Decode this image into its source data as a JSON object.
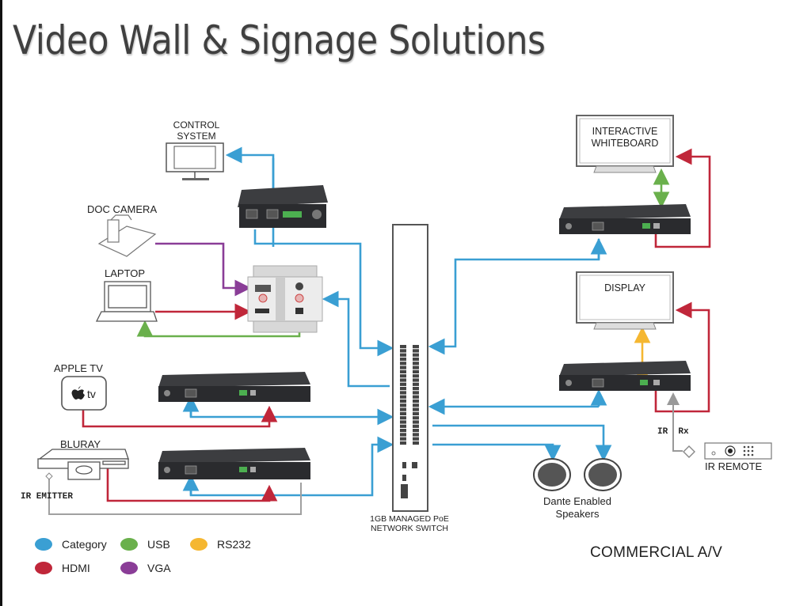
{
  "title": "Video Wall & Signage Solutions",
  "footer_tag": "COMMERCIAL A/V",
  "colors": {
    "category": "#3a9fd3",
    "usb": "#6ab04c",
    "rs232": "#f5b731",
    "hdmi": "#c0273a",
    "vga": "#8a3d97",
    "ir": "#999999",
    "device_dark": "#2a2b2e"
  },
  "devices": {
    "control_system": "CONTROL\nSYSTEM",
    "control_system_line1": "CONTROL",
    "control_system_line2": "SYSTEM",
    "doc_camera": "DOC CAMERA",
    "laptop": "LAPTOP",
    "apple_tv": "APPLE TV",
    "apple_tv_badge": "tv",
    "bluray": "BLURAY",
    "ir_emitter": "IR EMITTER",
    "switch_line1": "1GB MANAGED PoE",
    "switch_line2": "NETWORK SWITCH",
    "whiteboard_line1": "INTERACTIVE",
    "whiteboard_line2": "WHITEBOARD",
    "display": "DISPLAY",
    "ir_rx": "IR  Rx",
    "ir_remote": "IR REMOTE",
    "speakers_line1": "Dante Enabled",
    "speakers_line2": "Speakers"
  },
  "legend": [
    {
      "label": "Category",
      "color": "#3a9fd3"
    },
    {
      "label": "USB",
      "color": "#6ab04c"
    },
    {
      "label": "RS232",
      "color": "#f5b731"
    },
    {
      "label": "HDMI",
      "color": "#c0273a"
    },
    {
      "label": "VGA",
      "color": "#8a3d97"
    }
  ]
}
